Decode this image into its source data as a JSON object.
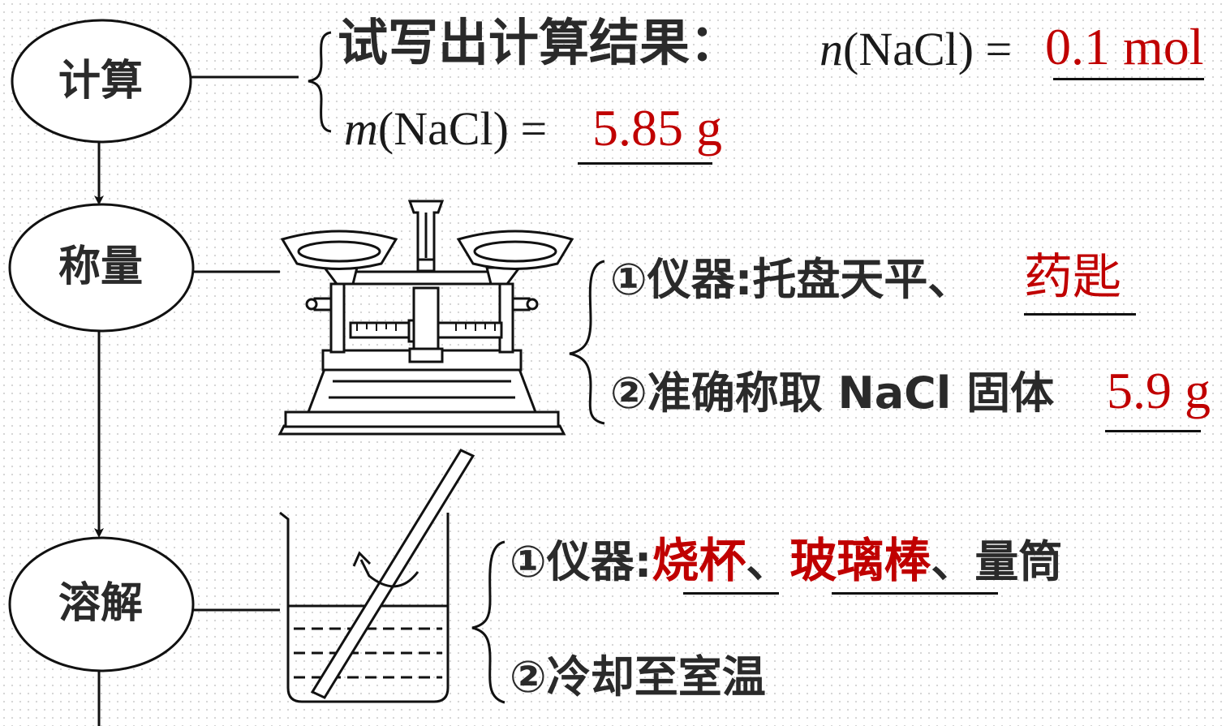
{
  "steps": {
    "calc": "计算",
    "weigh": "称量",
    "dissolve": "溶解"
  },
  "calc": {
    "prompt": "试写出计算结果：",
    "n_var": "n",
    "n_expr": "(NaCl) =",
    "n_answer": "0.1 mol",
    "m_var": "m",
    "m_expr": "(NaCl) =",
    "m_answer": "5.85 g"
  },
  "weigh": {
    "item1_prefix": "①仪器:托盘天平、",
    "item1_answer": "药匙",
    "item2_prefix": "②准确称取 NaCl 固体",
    "item2_answer": "5.9 g"
  },
  "dissolve": {
    "item1_prefix": "①仪器:",
    "item1_answer_a": "烧杯",
    "item1_sep1": "、",
    "item1_answer_b": "玻璃棒",
    "item1_sep2": "、量筒",
    "item2": "②冷却至室温"
  },
  "colors": {
    "answer": "#c00000",
    "line": "#111111"
  }
}
